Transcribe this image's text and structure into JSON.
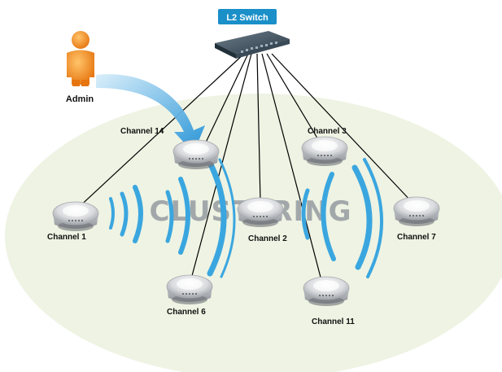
{
  "switch": {
    "label": "L2 Switch"
  },
  "admin": {
    "label": "Admin"
  },
  "overlay_text": "CLUSTERING",
  "access_points": [
    {
      "id": "ch14",
      "label": "Channel 14"
    },
    {
      "id": "ch3",
      "label": "Channel 3"
    },
    {
      "id": "ch1",
      "label": "Channel 1"
    },
    {
      "id": "ch2",
      "label": "Channel 2"
    },
    {
      "id": "ch7",
      "label": "Channel 7"
    },
    {
      "id": "ch6",
      "label": "Channel 6"
    },
    {
      "id": "ch11",
      "label": "Channel 11"
    }
  ],
  "colors": {
    "ellipse_fill": "#eef3e3",
    "wave": "#3aa6df",
    "switch_badge": "#1a8fc8",
    "admin": "#f28c1b",
    "line": "#000000",
    "cluster_text": "#9aa0a4"
  }
}
